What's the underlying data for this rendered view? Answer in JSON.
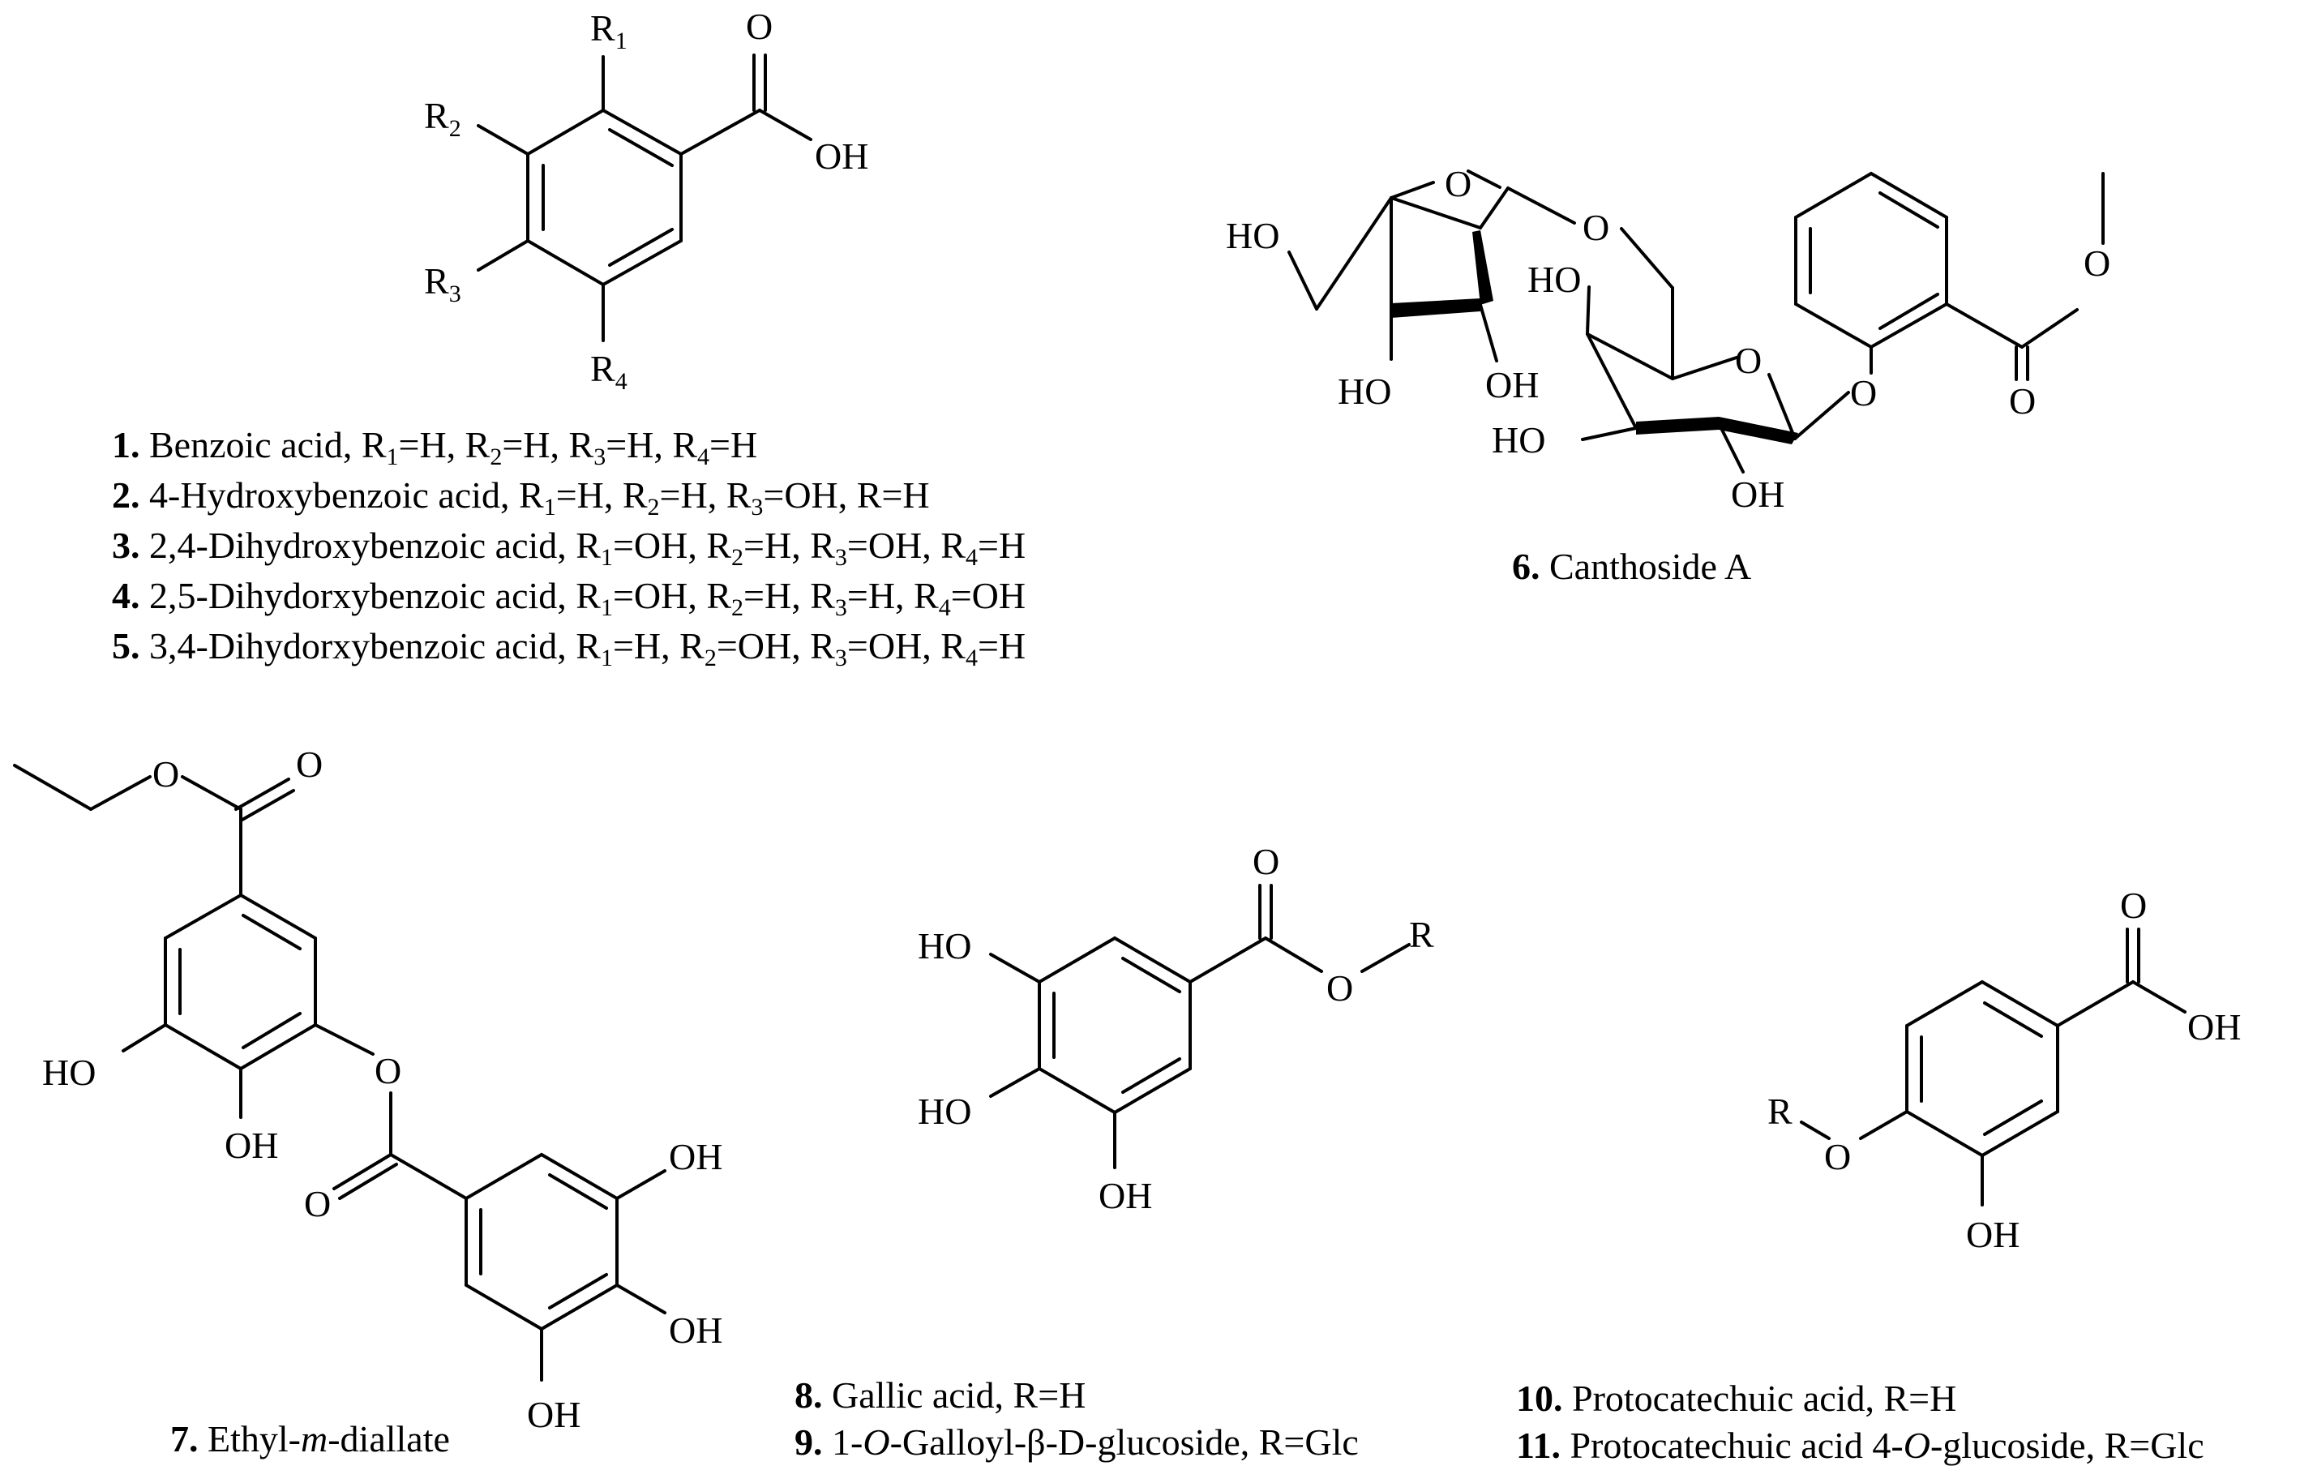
{
  "labels": {
    "R1": "R",
    "R1_sub": "1",
    "R2": "R",
    "R2_sub": "2",
    "R3": "R",
    "R3_sub": "3",
    "R4": "R",
    "R4_sub": "4",
    "O": "O",
    "OH": "OH",
    "HO": "HO",
    "R": "R"
  },
  "captions": {
    "c1": {
      "num": "1.",
      "text": " Benzoic acid,  R",
      "a1": "1",
      "t1": "=H, R",
      "a2": "2",
      "t2": "=H, R",
      "a3": "3",
      "t3": "=H, R",
      "a4": "4",
      "t4": "=H"
    },
    "c2": {
      "num": "2.",
      "text": " 4-Hydroxybenzoic acid, R",
      "a1": "1",
      "t1": "=H, R",
      "a2": "2",
      "t2": "=H, R",
      "a3": "3",
      "t3": "=OH, R=H"
    },
    "c3": {
      "num": "3.",
      "text": " 2,4-Dihydroxybenzoic acid, R",
      "a1": "1",
      "t1": "=OH, R",
      "a2": "2",
      "t2": "=H, R",
      "a3": "3",
      "t3": "=OH, R",
      "a4": "4",
      "t4": "=H"
    },
    "c4": {
      "num": "4.",
      "text": " 2,5-Dihydorxybenzoic acid, R",
      "a1": "1",
      "t1": "=OH, R",
      "a2": "2",
      "t2": "=H, R",
      "a3": "3",
      "t3": "=H, R",
      "a4": "4",
      "t4": "=OH"
    },
    "c5": {
      "num": "5.",
      "text": " 3,4-Dihydorxybenzoic acid, R",
      "a1": "1",
      "t1": "=H, R",
      "a2": "2",
      "t2": "=OH, R",
      "a3": "3",
      "t3": "=OH, R",
      "a4": "4",
      "t4": "=H"
    },
    "c6": {
      "num": "6.",
      "text": " Canthoside A"
    },
    "c7": {
      "num": "7.",
      "pre": " Ethyl-",
      "ital": "m",
      "post": "-diallate"
    },
    "c8": {
      "num": "8.",
      "text": " Gallic acid, R=H"
    },
    "c9": {
      "num": "9.",
      "pre": " 1-",
      "ital": "O",
      "post": "-Galloyl-β-D-glucoside, R=Glc"
    },
    "c10": {
      "num": "10.",
      "text": " Protocatechuic acid, R=H"
    },
    "c11": {
      "num": "11.",
      "pre": " Protocatechuic acid 4-",
      "ital": "O",
      "post": "-glucoside, R=Glc"
    }
  }
}
